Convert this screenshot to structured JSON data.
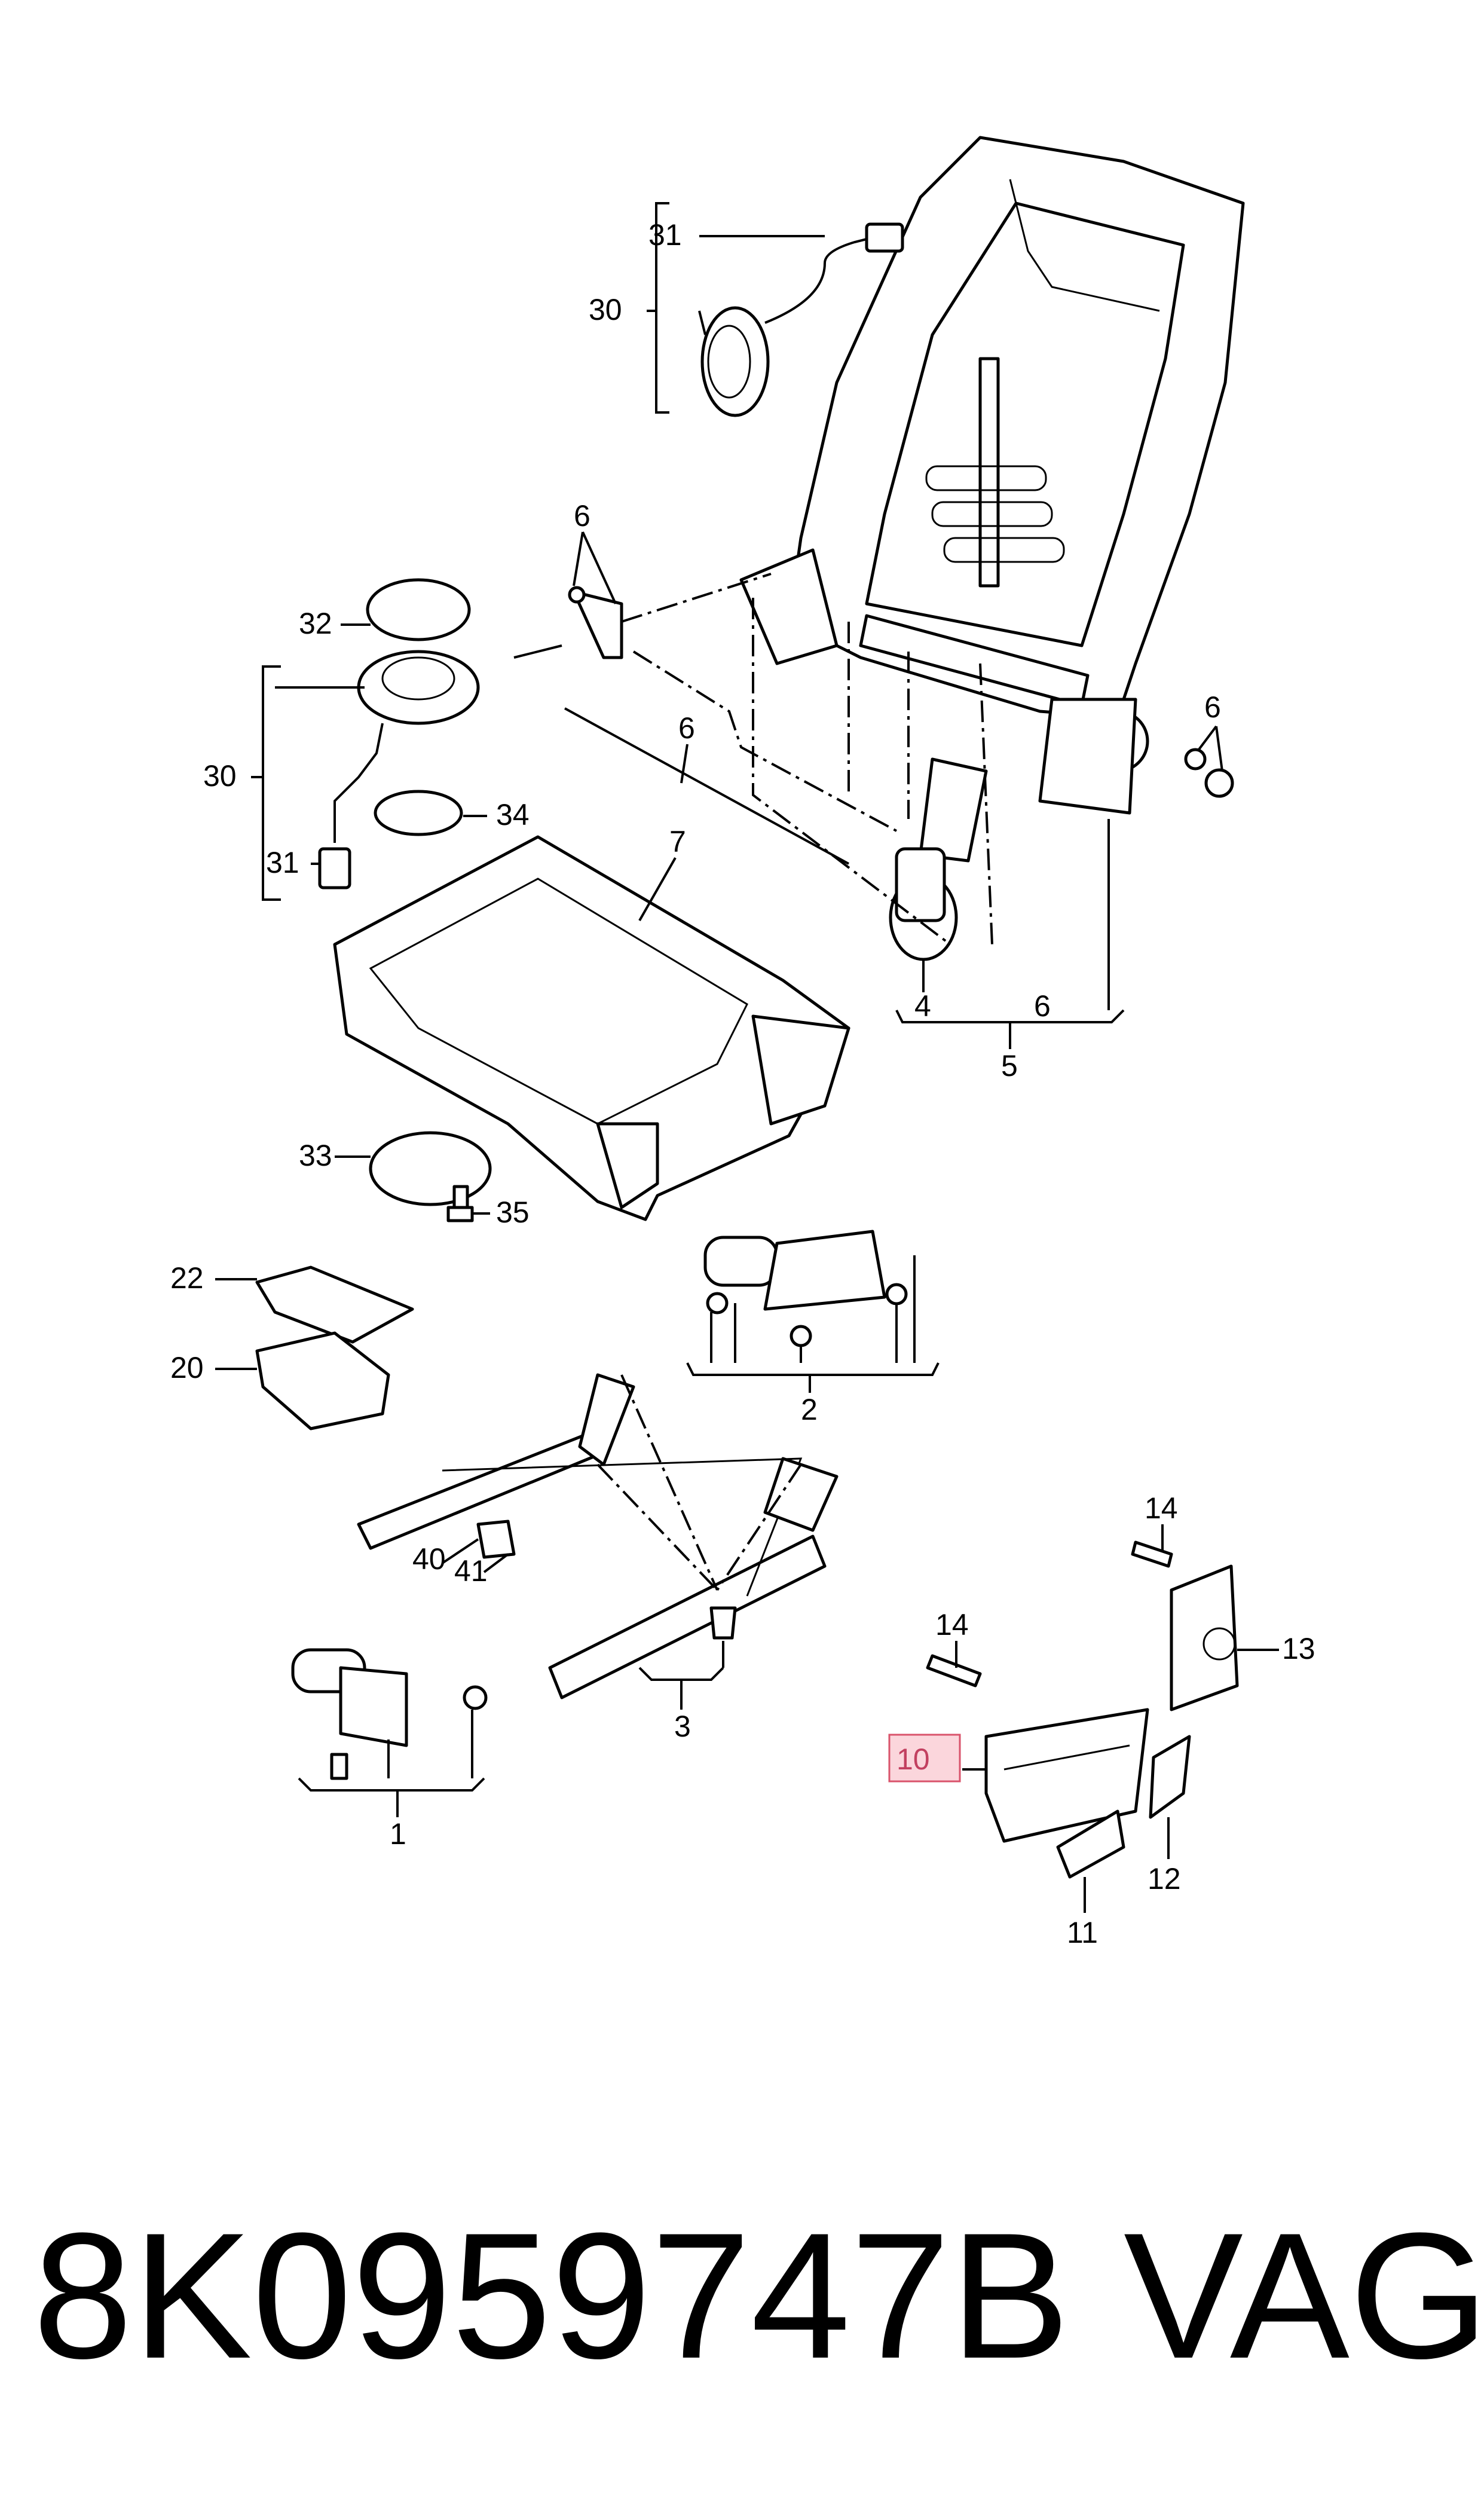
{
  "callouts": {
    "c31_top": "31",
    "c30_top": "30",
    "c6_top": "6",
    "c32": "32",
    "c30_left": "30",
    "c31_left": "31",
    "c34": "34",
    "c6_rod": "6",
    "c7": "7",
    "c6_right": "6",
    "c4": "4",
    "c6_bottom": "6",
    "c5": "5",
    "c33": "33",
    "c35": "35",
    "c22": "22",
    "c20": "20",
    "c2": "2",
    "c40": "40",
    "c41": "41",
    "c3": "3",
    "c1": "1",
    "c14_upper": "14",
    "c13": "13",
    "c14_lower": "14",
    "c10": "10",
    "c12": "12",
    "c11": "11"
  },
  "caption": {
    "part_number": "8K0959747B",
    "brand": "VAG"
  },
  "highlight_color": "#fbd6dc"
}
